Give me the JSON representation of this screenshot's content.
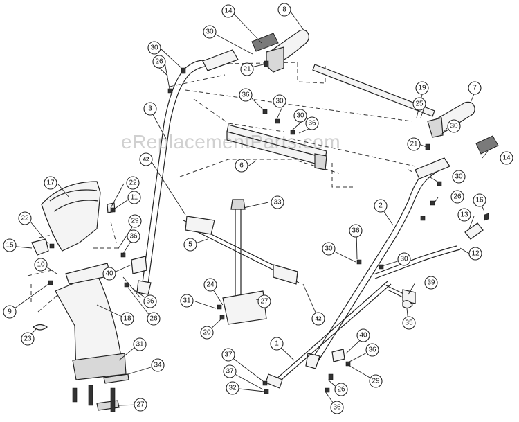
{
  "watermark": "eReplacementParts.com",
  "callouts": [
    {
      "id": "c-14a",
      "label": "14"
    },
    {
      "id": "c-8",
      "label": "8"
    },
    {
      "id": "c-30a",
      "label": "30"
    },
    {
      "id": "c-30b",
      "label": "30"
    },
    {
      "id": "c-26a",
      "label": "26"
    },
    {
      "id": "c-21a",
      "label": "21"
    },
    {
      "id": "c-36a",
      "label": "36"
    },
    {
      "id": "c-30c",
      "label": "30"
    },
    {
      "id": "c-30d",
      "label": "30"
    },
    {
      "id": "c-36b",
      "label": "36"
    },
    {
      "id": "c-19",
      "label": "19"
    },
    {
      "id": "c-7",
      "label": "7"
    },
    {
      "id": "c-25",
      "label": "25"
    },
    {
      "id": "c-30e",
      "label": "30"
    },
    {
      "id": "c-21b",
      "label": "21"
    },
    {
      "id": "c-3",
      "label": "3"
    },
    {
      "id": "c-14b",
      "label": "14"
    },
    {
      "id": "c-6",
      "label": "6"
    },
    {
      "id": "c-42a",
      "label": "42"
    },
    {
      "id": "c-30f",
      "label": "30"
    },
    {
      "id": "c-17",
      "label": "17"
    },
    {
      "id": "c-22a",
      "label": "22"
    },
    {
      "id": "c-11",
      "label": "11"
    },
    {
      "id": "c-26b",
      "label": "26"
    },
    {
      "id": "c-16",
      "label": "16"
    },
    {
      "id": "c-2",
      "label": "2"
    },
    {
      "id": "c-33",
      "label": "33"
    },
    {
      "id": "c-13",
      "label": "13"
    },
    {
      "id": "c-22b",
      "label": "22"
    },
    {
      "id": "c-29a",
      "label": "29"
    },
    {
      "id": "c-36c",
      "label": "36"
    },
    {
      "id": "c-15",
      "label": "15"
    },
    {
      "id": "c-5",
      "label": "5"
    },
    {
      "id": "c-36d",
      "label": "36"
    },
    {
      "id": "c-12",
      "label": "12"
    },
    {
      "id": "c-30g",
      "label": "30"
    },
    {
      "id": "c-30h",
      "label": "30"
    },
    {
      "id": "c-10",
      "label": "10"
    },
    {
      "id": "c-40a",
      "label": "40"
    },
    {
      "id": "c-39",
      "label": "39"
    },
    {
      "id": "c-24",
      "label": "24"
    },
    {
      "id": "c-36e",
      "label": "36"
    },
    {
      "id": "c-27a",
      "label": "27"
    },
    {
      "id": "c-31a",
      "label": "31"
    },
    {
      "id": "c-9",
      "label": "9"
    },
    {
      "id": "c-26c",
      "label": "26"
    },
    {
      "id": "c-18",
      "label": "18"
    },
    {
      "id": "c-35",
      "label": "35"
    },
    {
      "id": "c-42b",
      "label": "42"
    },
    {
      "id": "c-20",
      "label": "20"
    },
    {
      "id": "c-23",
      "label": "23"
    },
    {
      "id": "c-40b",
      "label": "40"
    },
    {
      "id": "c-1",
      "label": "1"
    },
    {
      "id": "c-31b",
      "label": "31"
    },
    {
      "id": "c-36f",
      "label": "36"
    },
    {
      "id": "c-37a",
      "label": "37"
    },
    {
      "id": "c-34",
      "label": "34"
    },
    {
      "id": "c-37b",
      "label": "37"
    },
    {
      "id": "c-29b",
      "label": "29"
    },
    {
      "id": "c-26d",
      "label": "26"
    },
    {
      "id": "c-32",
      "label": "32"
    },
    {
      "id": "c-27b",
      "label": "27"
    },
    {
      "id": "c-36g",
      "label": "36"
    }
  ]
}
